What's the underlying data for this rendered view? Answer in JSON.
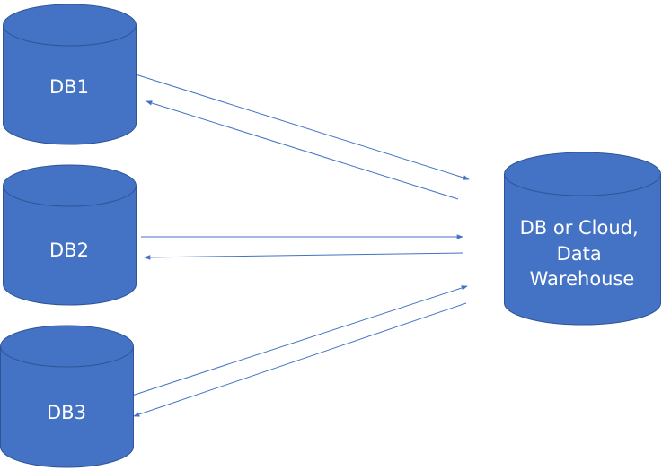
{
  "colors": {
    "cylinder_fill": "#4472c4",
    "cylinder_stroke": "#2f5597",
    "connector": "#4472c4",
    "background": "#ffffff"
  },
  "nodes": {
    "db1": {
      "label": "DB1"
    },
    "db2": {
      "label": "DB2"
    },
    "db3": {
      "label": "DB3"
    },
    "target": {
      "label_lines": [
        "DB or Cloud,",
        "Data",
        "Warehouse"
      ]
    }
  },
  "connections": [
    {
      "from": "db1",
      "to": "target"
    },
    {
      "from": "target",
      "to": "db1"
    },
    {
      "from": "db2",
      "to": "target"
    },
    {
      "from": "target",
      "to": "db2"
    },
    {
      "from": "db3",
      "to": "target"
    },
    {
      "from": "target",
      "to": "db3"
    }
  ]
}
